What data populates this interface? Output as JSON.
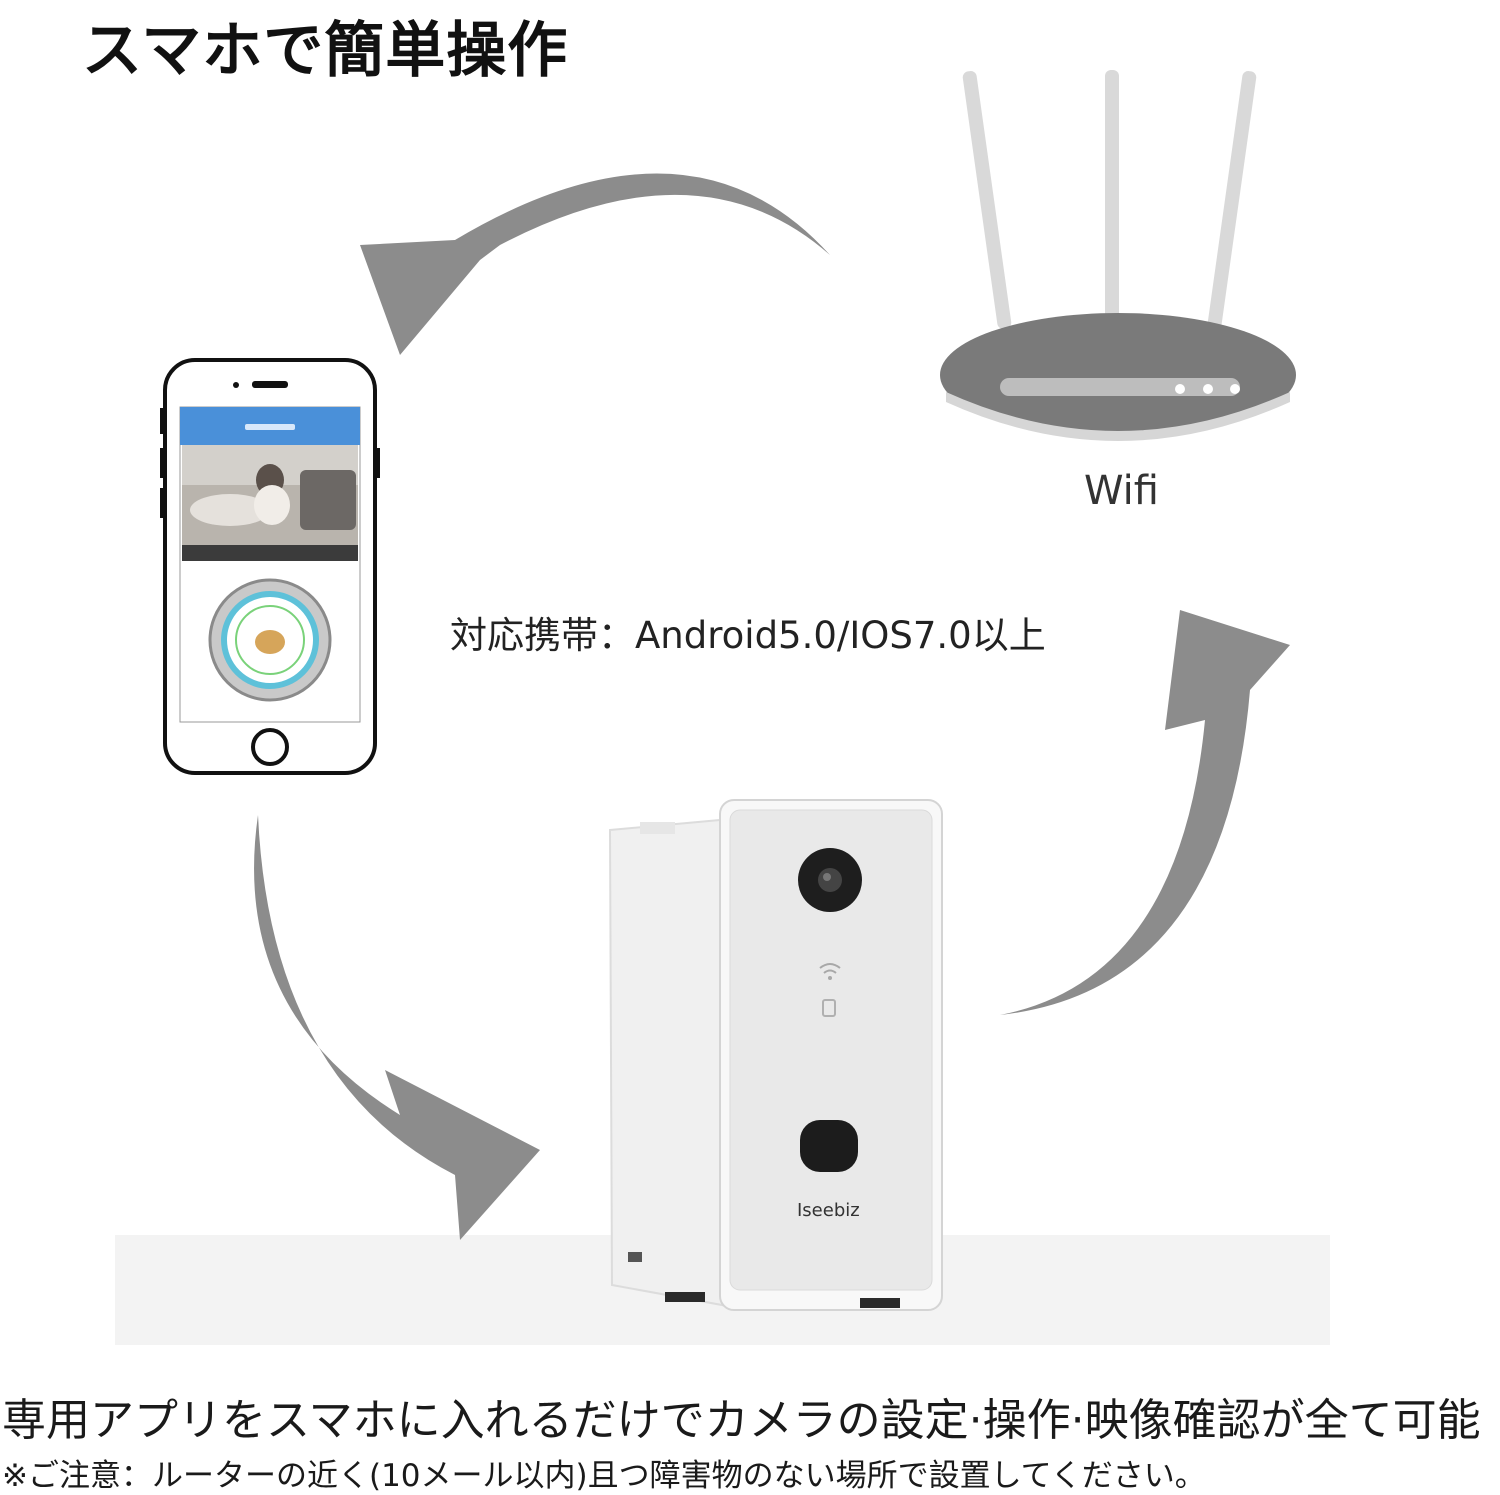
{
  "title": "スマホで簡単操作",
  "router": {
    "label": "Wifi"
  },
  "compatibility": "対応携帯：Android5.0/IOS7.0以上",
  "device": {
    "brand": "Iseebiz"
  },
  "caption": "専用アプリをスマホに入れるだけでカメラの設定·操作·映像確認が全て可能",
  "note": "※ご注意：ルーターの近く(10メール以内)且つ障害物のない場所で設置してください。",
  "colors": {
    "arrow": "#8c8c8c",
    "router_body": "#7a7a7a",
    "app_header": "#4a90d9",
    "device_white": "#f4f4f4"
  }
}
